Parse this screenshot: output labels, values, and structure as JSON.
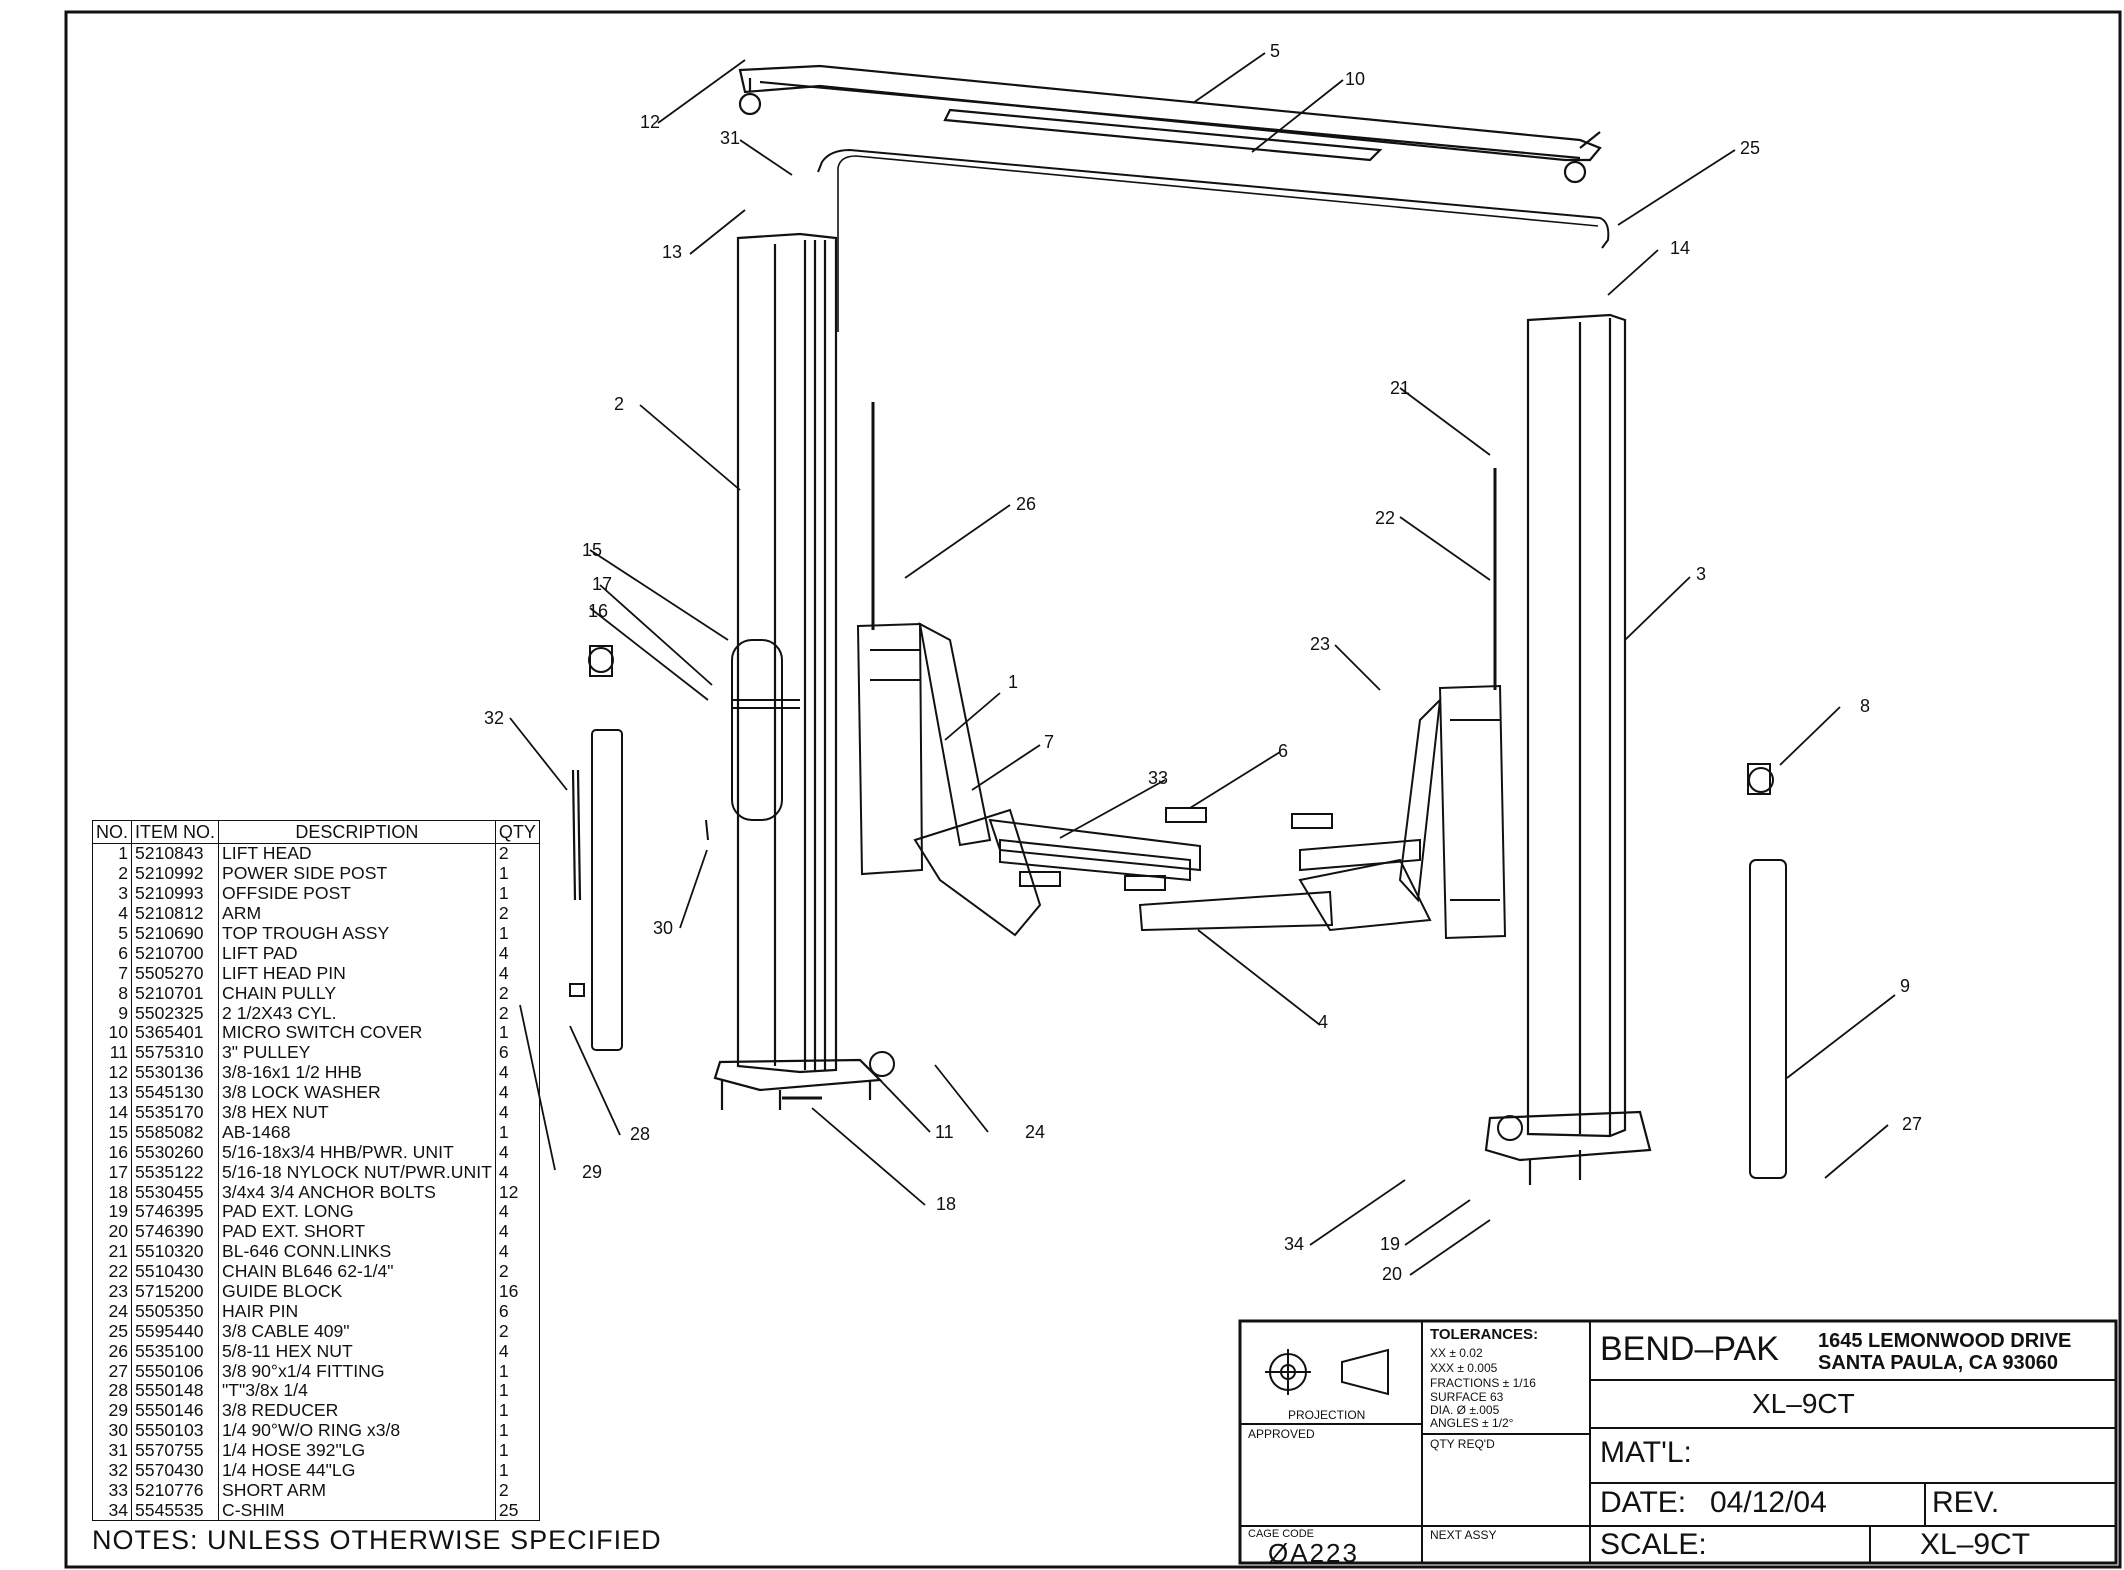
{
  "drawing": {
    "callouts": [
      "1",
      "2",
      "3",
      "4",
      "5",
      "6",
      "7",
      "8",
      "9",
      "10",
      "11",
      "12",
      "13",
      "14",
      "15",
      "16",
      "17",
      "18",
      "19",
      "20",
      "21",
      "22",
      "23",
      "24",
      "25",
      "26",
      "27",
      "28",
      "29",
      "30",
      "31",
      "32",
      "33",
      "34"
    ]
  },
  "bom": {
    "headers": {
      "no": "NO.",
      "item": "ITEM NO.",
      "desc": "DESCRIPTION",
      "qty": "QTY"
    },
    "rows": [
      {
        "no": "1",
        "item": "5210843",
        "desc": "LIFT HEAD",
        "qty": "2"
      },
      {
        "no": "2",
        "item": "5210992",
        "desc": "POWER SIDE POST",
        "qty": "1"
      },
      {
        "no": "3",
        "item": "5210993",
        "desc": "OFFSIDE POST",
        "qty": "1"
      },
      {
        "no": "4",
        "item": "5210812",
        "desc": "ARM",
        "qty": "2"
      },
      {
        "no": "5",
        "item": "5210690",
        "desc": "TOP TROUGH ASSY",
        "qty": "1"
      },
      {
        "no": "6",
        "item": "5210700",
        "desc": "LIFT PAD",
        "qty": "4"
      },
      {
        "no": "7",
        "item": "5505270",
        "desc": "LIFT HEAD PIN",
        "qty": "4"
      },
      {
        "no": "8",
        "item": "5210701",
        "desc": "CHAIN PULLY",
        "qty": "2"
      },
      {
        "no": "9",
        "item": "5502325",
        "desc": "2 1/2X43 CYL.",
        "qty": "2"
      },
      {
        "no": "10",
        "item": "5365401",
        "desc": "MICRO SWITCH COVER",
        "qty": "1"
      },
      {
        "no": "11",
        "item": "5575310",
        "desc": "3\" PULLEY",
        "qty": "6"
      },
      {
        "no": "12",
        "item": "5530136",
        "desc": "3/8-16x1 1/2 HHB",
        "qty": "4"
      },
      {
        "no": "13",
        "item": "5545130",
        "desc": "3/8 LOCK WASHER",
        "qty": "4"
      },
      {
        "no": "14",
        "item": "5535170",
        "desc": "3/8 HEX NUT",
        "qty": "4"
      },
      {
        "no": "15",
        "item": "5585082",
        "desc": "AB-1468",
        "qty": "1"
      },
      {
        "no": "16",
        "item": "5530260",
        "desc": "5/16-18x3/4 HHB/PWR. UNIT",
        "qty": "4"
      },
      {
        "no": "17",
        "item": "5535122",
        "desc": "5/16-18 NYLOCK NUT/PWR.UNIT",
        "qty": "4"
      },
      {
        "no": "18",
        "item": "5530455",
        "desc": "3/4x4 3/4 ANCHOR BOLTS",
        "qty": "12"
      },
      {
        "no": "19",
        "item": "5746395",
        "desc": "PAD EXT. LONG",
        "qty": "4"
      },
      {
        "no": "20",
        "item": "5746390",
        "desc": "PAD EXT. SHORT",
        "qty": "4"
      },
      {
        "no": "21",
        "item": "5510320",
        "desc": "BL-646 CONN.LINKS",
        "qty": "4"
      },
      {
        "no": "22",
        "item": "5510430",
        "desc": "CHAIN BL646 62-1/4\"",
        "qty": "2"
      },
      {
        "no": "23",
        "item": "5715200",
        "desc": "GUIDE BLOCK",
        "qty": "16"
      },
      {
        "no": "24",
        "item": "5505350",
        "desc": "HAIR PIN",
        "qty": "6"
      },
      {
        "no": "25",
        "item": "5595440",
        "desc": "3/8 CABLE 409\"",
        "qty": "2"
      },
      {
        "no": "26",
        "item": "5535100",
        "desc": "5/8-11 HEX NUT",
        "qty": "4"
      },
      {
        "no": "27",
        "item": "5550106",
        "desc": "3/8 90°x1/4 FITTING",
        "qty": "1"
      },
      {
        "no": "28",
        "item": "5550148",
        "desc": "\"T\"3/8x 1/4",
        "qty": "1"
      },
      {
        "no": "29",
        "item": "5550146",
        "desc": "3/8 REDUCER",
        "qty": "1"
      },
      {
        "no": "30",
        "item": "5550103",
        "desc": "1/4 90°W/O RING x3/8",
        "qty": "1"
      },
      {
        "no": "31",
        "item": "5570755",
        "desc": "1/4 HOSE 392\"LG",
        "qty": "1"
      },
      {
        "no": "32",
        "item": "5570430",
        "desc": "1/4 HOSE 44\"LG",
        "qty": "1"
      },
      {
        "no": "33",
        "item": "5210776",
        "desc": "SHORT ARM",
        "qty": "2"
      },
      {
        "no": "34",
        "item": "5545535",
        "desc": "C-SHIM",
        "qty": "25"
      }
    ]
  },
  "notes": "NOTES: UNLESS OTHERWISE SPECIFIED",
  "title_block": {
    "projection": "PROJECTION",
    "approved": "APPROVED",
    "cage_code_label": "CAGE CODE",
    "cage_code": "ØA223",
    "tolerances": {
      "heading": "TOLERANCES:",
      "xx": "XX  ± 0.02",
      "xxx": "XXX  ± 0.005",
      "fractions": "FRACTIONS ± 1/16",
      "surface": "SURFACE 63",
      "dia": "DIA. Ø ±.005",
      "angles": "ANGLES ± 1/2°"
    },
    "qty_reqd": "QTY REQ'D",
    "next_assy": "NEXT ASSY",
    "company": "BEND–PAK",
    "address_line1": "1645 LEMONWOOD DRIVE",
    "address_line2": "SANTA PAULA, CA 93060",
    "part_name": "XL–9CT",
    "matl_label": "MAT'L:",
    "date_label": "DATE:",
    "date": "04/12/04",
    "rev_label": "REV.",
    "scale_label": "SCALE:",
    "scale_value": "XL–9CT"
  }
}
